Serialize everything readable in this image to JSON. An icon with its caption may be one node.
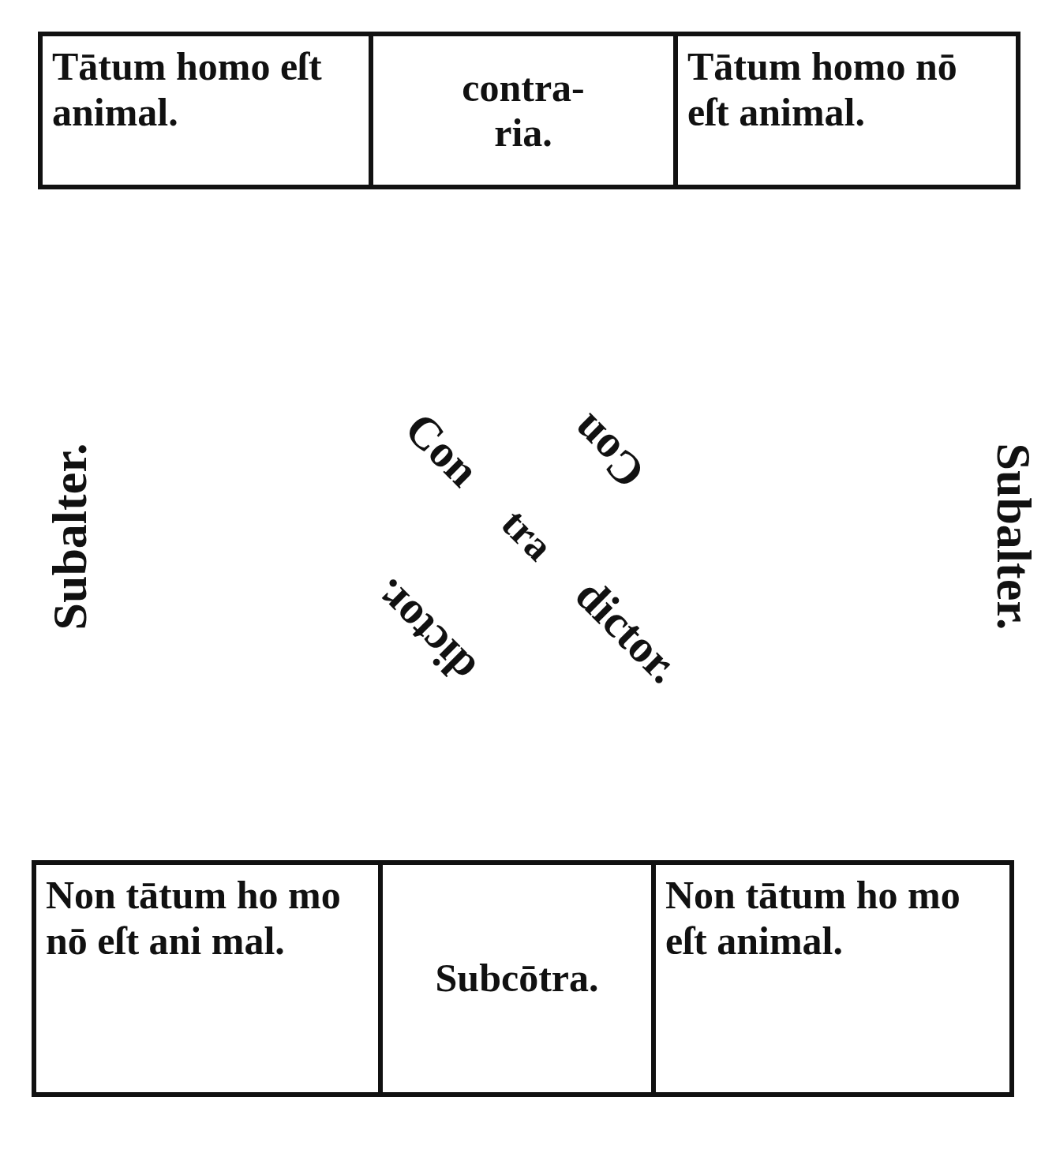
{
  "diagram": {
    "nodes": [
      {
        "text": [
          "Tātum homo eſt animal."
        ]
      },
      {
        "text": [
          "contra- ria."
        ]
      },
      {
        "text": [
          "Tātum homo nō eſt animal."
        ]
      },
      {
        "text": [
          "Non tātum ho mo nō eſt ani mal."
        ]
      },
      {
        "text": [
          "Subcōtra."
        ]
      },
      {
        "text": [
          "Non tātum ho mo eſt animal."
        ]
      }
    ],
    "labels": [
      "Subalter.",
      "Con",
      "tra",
      "dictor.",
      "Con",
      "dictor.",
      "Subalter."
    ]
  }
}
